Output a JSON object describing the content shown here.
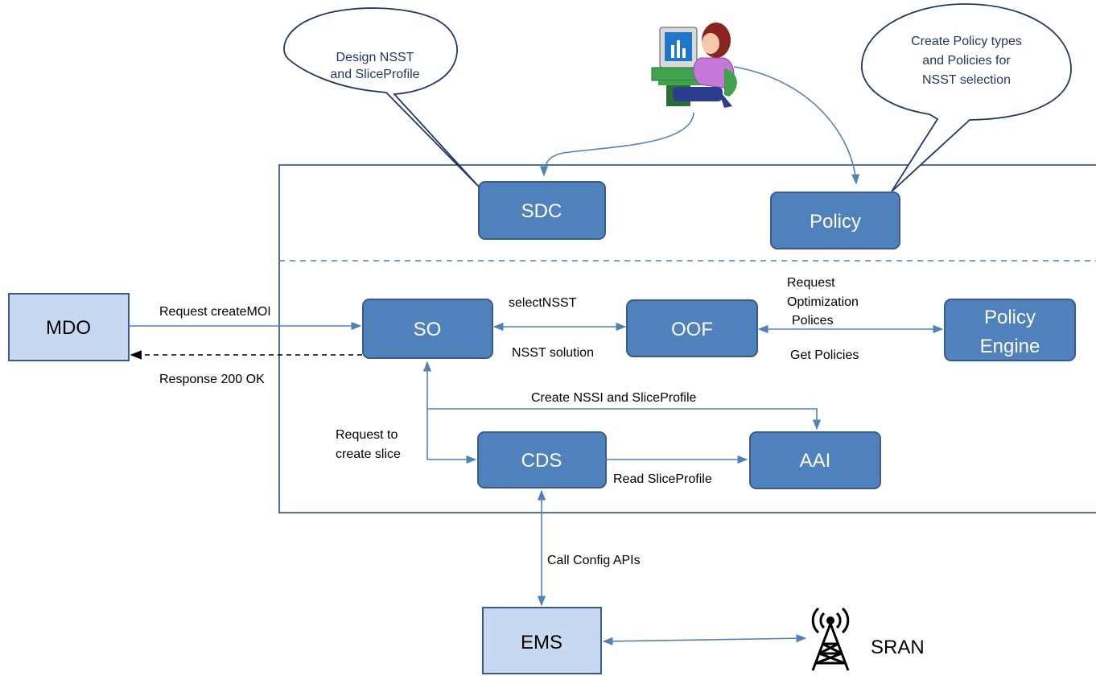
{
  "components": {
    "sdc": "SDC",
    "policy": "Policy",
    "so": "SO",
    "oof": "OOF",
    "policy_engine_line1": "Policy",
    "policy_engine_line2": "Engine",
    "cds": "CDS",
    "aai": "AAI",
    "mdo": "MDO",
    "ems": "EMS",
    "sran": "SRAN"
  },
  "callouts": {
    "design_line1": "Design NSST",
    "design_line2": "and SliceProfile",
    "policy_line1": "Create Policy types",
    "policy_line2": "and Policies for",
    "policy_line3": "NSST selection"
  },
  "flows": {
    "request_createmoi": "Request createMOI",
    "response_200": "Response 200 OK",
    "select_nsst": "selectNSST",
    "nsst_solution": "NSST solution",
    "req_opt_line1": "Request",
    "req_opt_line2": "Optimization",
    "req_opt_line3": "Polices",
    "get_policies": "Get Policies",
    "create_nssi": "Create NSSI and SliceProfile",
    "req_slice_line1": "Request to",
    "req_slice_line2": "create slice",
    "read_sliceprofile": "Read SliceProfile",
    "call_config": "Call Config APIs"
  },
  "icons": {
    "operator": "person-at-computer-icon",
    "antenna": "radio-tower-icon"
  },
  "colors": {
    "component_fill": "#4f81bd",
    "external_fill": "#c6d9f1",
    "border": "#385d8a",
    "flow_line": "#4f81bd"
  }
}
